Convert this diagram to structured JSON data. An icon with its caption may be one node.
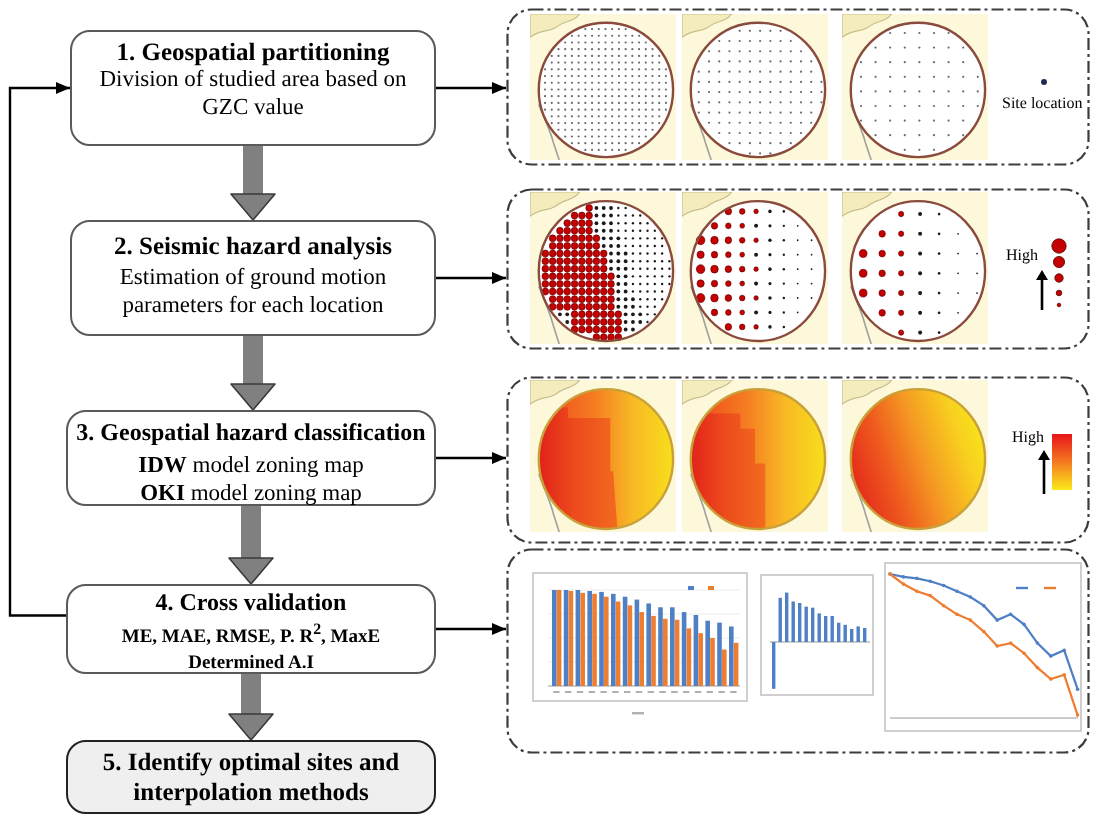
{
  "diagram": {
    "nodes": [
      {
        "text": [
          "1. Geospatial partitioning",
          "Division of studied area based on GZC value"
        ]
      },
      {
        "text": [
          "2. Seismic hazard analysis",
          "Estimation of ground motion parameters for each location"
        ]
      },
      {
        "text": [
          "3. Geospatial hazard classification",
          "**IDW** model zoning map",
          "**OKI** model zoning map"
        ]
      },
      {
        "text": [
          "4. Cross validation",
          "ME, MAE, RMSE, P. R$^{2}$, MaxE",
          "Determined A.I"
        ]
      },
      {
        "text": [
          "5. Identify optimal sites and interpolation methods"
        ]
      },
      {
        "text": [],
        "shape": "box"
      },
      {
        "text": [],
        "shape": "box"
      },
      {
        "text": [],
        "shape": "box"
      },
      {
        "text": [],
        "shape": "box"
      }
    ],
    "edges": [
      {
        "from": 0,
        "to": 1,
        "arrow": "to",
        "style": "thick",
        "color": "#808080"
      },
      {
        "from": 1,
        "to": 2,
        "arrow": "to",
        "style": "thick",
        "color": "#808080"
      },
      {
        "from": 2,
        "to": 3,
        "arrow": "to",
        "style": "thick",
        "color": "#808080"
      },
      {
        "from": 3,
        "to": 4,
        "arrow": "to",
        "style": "thick",
        "color": "#808080"
      },
      {
        "from": 3,
        "to": 0,
        "arrow": "to"
      },
      {
        "from": 0,
        "to": 5,
        "arrow": "to"
      },
      {
        "from": 1,
        "to": 6,
        "arrow": "to"
      },
      {
        "from": 2,
        "to": 7,
        "arrow": "to"
      },
      {
        "from": 3,
        "to": 8,
        "arrow": "to"
      }
    ],
    "legend": [
      {
        "text": "Site location"
      },
      {
        "text": "High"
      },
      {
        "text": "High"
      }
    ]
  }
}
